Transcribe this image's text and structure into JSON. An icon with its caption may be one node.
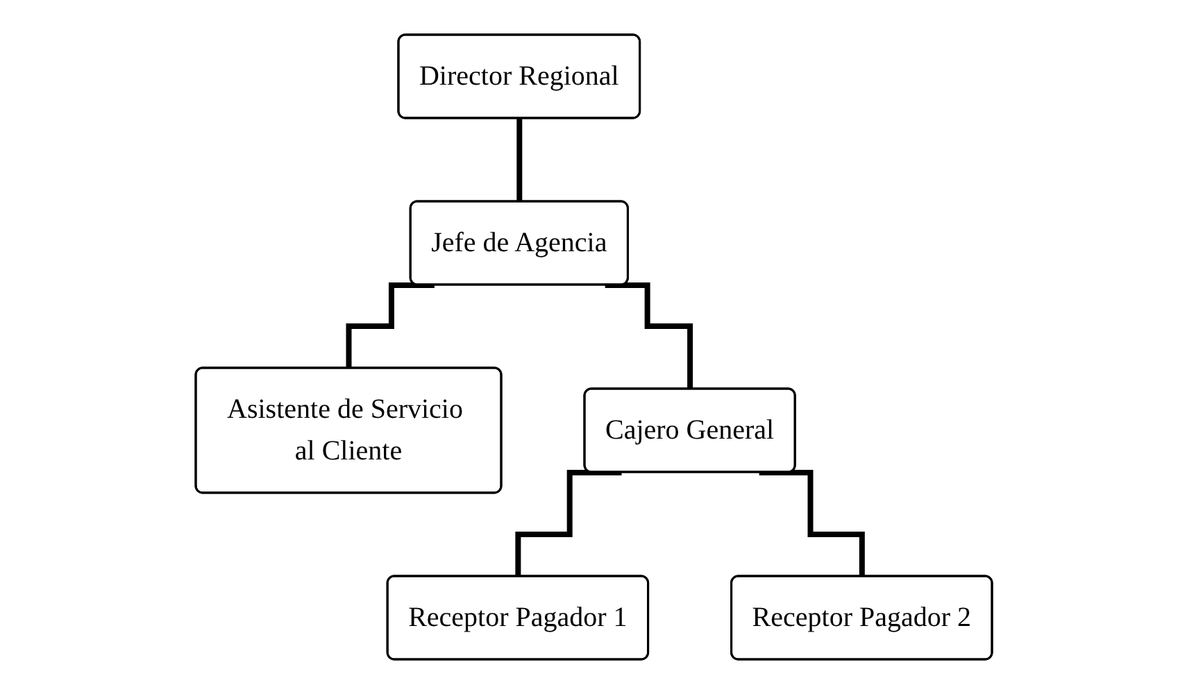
{
  "diagram": {
    "nodes": [
      {
        "text": [
          "Director Regional"
        ]
      },
      {
        "text": [
          "Jefe de Agencia"
        ]
      },
      {
        "text": [
          "Asistente de Servicio al Cliente"
        ]
      },
      {
        "text": [
          "Cajero General"
        ]
      },
      {
        "text": [
          "Receptor Pagador 1"
        ]
      },
      {
        "text": [
          "Receptor Pagador 2"
        ]
      }
    ],
    "edges": [
      {
        "from": 0,
        "to": 1,
        "arrow": "none"
      },
      {
        "from": 1,
        "to": 2,
        "arrow": "none"
      },
      {
        "from": 1,
        "to": 3,
        "arrow": "none"
      },
      {
        "from": 3,
        "to": 4,
        "arrow": "none"
      },
      {
        "from": 3,
        "to": 5,
        "arrow": "none"
      }
    ]
  }
}
